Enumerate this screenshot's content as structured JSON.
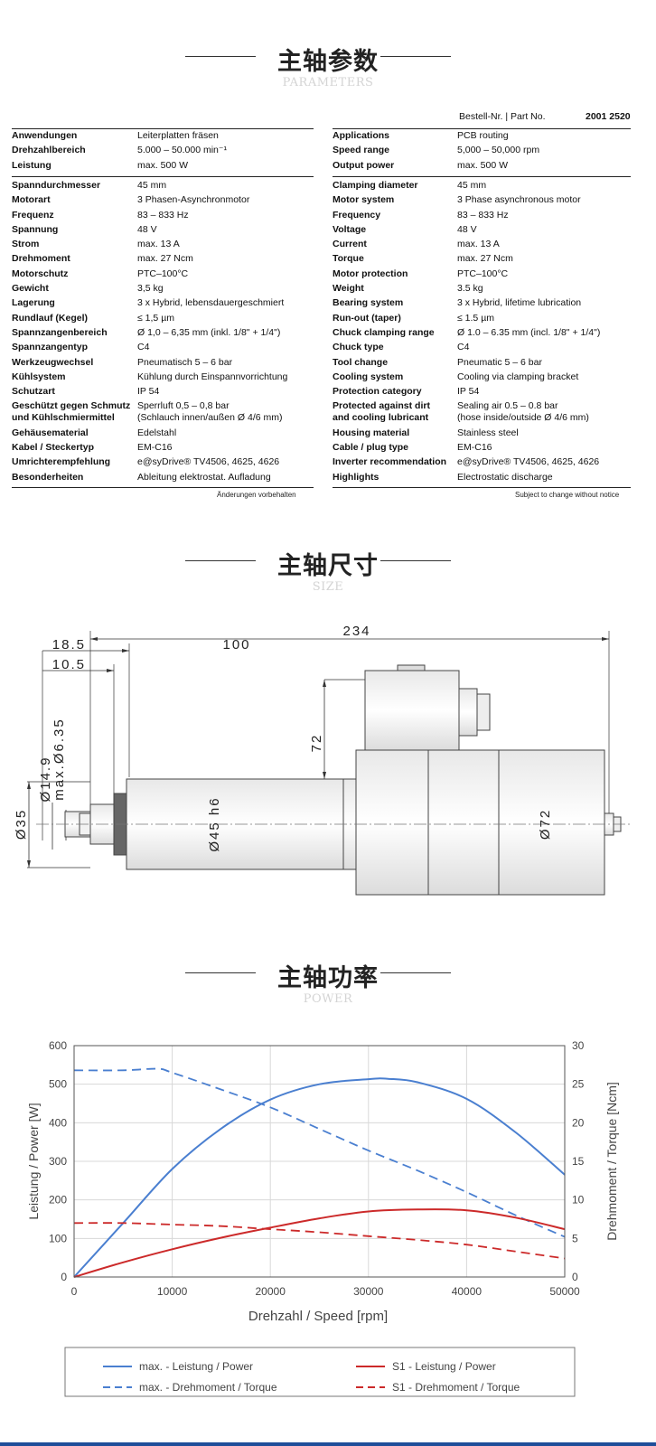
{
  "sections": {
    "parameters": {
      "title": "主轴参数",
      "subtitle": "PARAMETERS"
    },
    "size": {
      "title": "主轴尺寸",
      "subtitle": "SIZE"
    },
    "power": {
      "title": "主轴功率",
      "subtitle": "POWER"
    }
  },
  "part": {
    "label": "Bestell-Nr. | Part No.",
    "number": "2001 2520"
  },
  "table_de": [
    {
      "k": "Anwendungen",
      "v": "Leiterplatten fräsen"
    },
    {
      "k": "Drehzahlbereich",
      "v": "5.000 – 50.000 min⁻¹"
    },
    {
      "k": "Leistung",
      "v": "max. 500 W"
    },
    {
      "k": "Spanndurchmesser",
      "v": "45 mm"
    },
    {
      "k": "Motorart",
      "v": "3 Phasen-Asynchronmotor"
    },
    {
      "k": "Frequenz",
      "v": "83 – 833 Hz"
    },
    {
      "k": "Spannung",
      "v": "48 V"
    },
    {
      "k": "Strom",
      "v": "max. 13 A"
    },
    {
      "k": "Drehmoment",
      "v": "max. 27 Ncm"
    },
    {
      "k": "Motorschutz",
      "v": "PTC–100°C"
    },
    {
      "k": "Gewicht",
      "v": "3,5 kg"
    },
    {
      "k": "Lagerung",
      "v": "3 x Hybrid, lebensdauergeschmiert"
    },
    {
      "k": "Rundlauf (Kegel)",
      "v": "≤ 1,5 µm"
    },
    {
      "k": "Spannzangenbereich",
      "v": "Ø 1,0 – 6,35 mm (inkl. 1/8\" + 1/4\")"
    },
    {
      "k": "Spannzangentyp",
      "v": "C4"
    },
    {
      "k": "Werkzeugwechsel",
      "v": "Pneumatisch 5 – 6 bar"
    },
    {
      "k": "Kühlsystem",
      "v": "Kühlung durch Einspannvorrichtung"
    },
    {
      "k": "Schutzart",
      "v": "IP 54"
    },
    {
      "k": "Geschützt gegen Schmutz",
      "k2": "und Kühlschmiermittel",
      "v": "Sperrluft 0,5 – 0,8 bar",
      "v2": "(Schlauch innen/außen Ø 4/6 mm)"
    },
    {
      "k": "Gehäusematerial",
      "v": "Edelstahl"
    },
    {
      "k": "Kabel / Steckertyp",
      "v": "EM-C16"
    },
    {
      "k": "Umrichterempfehlung",
      "v": "e@syDrive® TV4506, 4625, 4626"
    },
    {
      "k": "Besonderheiten",
      "v": "Ableitung elektrostat. Aufladung"
    }
  ],
  "table_en": [
    {
      "k": "Applications",
      "v": "PCB routing"
    },
    {
      "k": "Speed range",
      "v": "5,000 – 50,000 rpm"
    },
    {
      "k": "Output power",
      "v": "max. 500 W"
    },
    {
      "k": "Clamping diameter",
      "v": "45 mm"
    },
    {
      "k": "Motor system",
      "v": "3 Phase asynchronous motor"
    },
    {
      "k": "Frequency",
      "v": "83 – 833 Hz"
    },
    {
      "k": "Voltage",
      "v": "48 V"
    },
    {
      "k": "Current",
      "v": "max. 13 A"
    },
    {
      "k": "Torque",
      "v": "max. 27 Ncm"
    },
    {
      "k": "Motor protection",
      "v": "PTC–100°C"
    },
    {
      "k": "Weight",
      "v": "3.5 kg"
    },
    {
      "k": "Bearing system",
      "v": "3 x Hybrid, lifetime lubrication"
    },
    {
      "k": "Run-out (taper)",
      "v": "≤ 1.5 µm"
    },
    {
      "k": "Chuck clamping range",
      "v": "Ø 1.0 – 6.35 mm (incl. 1/8\" + 1/4\")"
    },
    {
      "k": "Chuck type",
      "v": "C4"
    },
    {
      "k": "Tool change",
      "v": "Pneumatic 5 – 6 bar"
    },
    {
      "k": "Cooling system",
      "v": "Cooling via clamping bracket"
    },
    {
      "k": "Protection category",
      "v": "IP 54"
    },
    {
      "k": "Protected against dirt",
      "k2": "and cooling lubricant",
      "v": "Sealing air 0.5 – 0.8 bar",
      "v2": "(hose inside/outside Ø 4/6 mm)"
    },
    {
      "k": "Housing material",
      "v": "Stainless steel"
    },
    {
      "k": "Cable / plug type",
      "v": "EM-C16"
    },
    {
      "k": "Inverter recommendation",
      "v": "e@syDrive® TV4506, 4625, 4626"
    },
    {
      "k": "Highlights",
      "v": "Electrostatic discharge"
    }
  ],
  "notes": {
    "de": "Änderungen vorbehalten",
    "en": "Subject to change without notice"
  },
  "dimensions": {
    "overall": "234",
    "a": "18.5",
    "b": "10.5",
    "c": "100",
    "d": "72",
    "e": "max.Ø6.35",
    "f": "Ø14.9",
    "g": "Ø35",
    "h": "Ø45 h6",
    "i": "Ø72"
  },
  "chart_data": {
    "type": "line",
    "xlabel": "Drehzahl / Speed [rpm]",
    "ylabel": "Leistung / Power [W]",
    "y2label": "Drehmoment / Torque [Ncm]",
    "xlim": [
      0,
      50000
    ],
    "ylim": [
      0,
      600
    ],
    "y2lim": [
      0,
      30
    ],
    "xticks": [
      0,
      10000,
      20000,
      30000,
      40000,
      50000
    ],
    "yticks": [
      0,
      100,
      200,
      300,
      400,
      500,
      600
    ],
    "y2ticks": [
      0,
      5,
      10,
      15,
      20,
      25,
      30
    ],
    "grid": true,
    "legend_placement": "bottom",
    "series": [
      {
        "name": "max. - Leistung / Power",
        "axis": "left",
        "color": "#4a7fd0",
        "dash": false,
        "x": [
          0,
          5000,
          10000,
          15000,
          20000,
          25000,
          30000,
          32000,
          35000,
          40000,
          45000,
          50000
        ],
        "y": [
          0,
          140,
          280,
          385,
          460,
          500,
          513,
          514,
          505,
          462,
          375,
          265
        ]
      },
      {
        "name": "max. - Drehmoment / Torque",
        "axis": "right",
        "color": "#4a7fd0",
        "dash": true,
        "x": [
          0,
          5000,
          8500,
          10000,
          15000,
          20000,
          25000,
          30000,
          35000,
          40000,
          45000,
          50000
        ],
        "y": [
          26.8,
          26.8,
          27.0,
          26.5,
          24.3,
          22.0,
          19.2,
          16.4,
          13.8,
          11.0,
          8.0,
          5.2
        ]
      },
      {
        "name": "S1 - Leistung / Power",
        "axis": "left",
        "color": "#cc2a2a",
        "dash": false,
        "x": [
          0,
          5000,
          10000,
          15000,
          20000,
          25000,
          30000,
          35000,
          40000,
          45000,
          50000
        ],
        "y": [
          0,
          38,
          72,
          102,
          128,
          152,
          170,
          175,
          173,
          154,
          124
        ]
      },
      {
        "name": "S1 - Drehmoment / Torque",
        "axis": "right",
        "color": "#cc2a2a",
        "dash": true,
        "x": [
          0,
          5000,
          10000,
          15000,
          20000,
          25000,
          30000,
          35000,
          40000,
          45000,
          50000
        ],
        "y": [
          7.0,
          7.0,
          6.8,
          6.6,
          6.2,
          5.8,
          5.3,
          4.8,
          4.2,
          3.3,
          2.4
        ]
      }
    ]
  }
}
